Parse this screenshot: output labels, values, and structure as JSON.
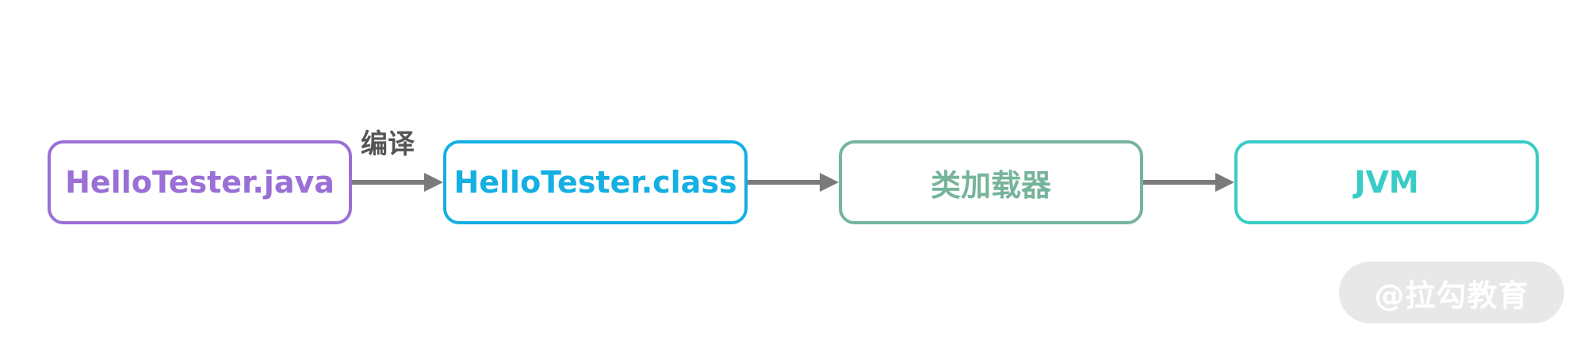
{
  "diagram": {
    "nodes": [
      {
        "id": "java",
        "label": "HelloTester.java",
        "color": "#9a6fd6"
      },
      {
        "id": "class",
        "label": "HelloTester.class",
        "color": "#14afe3"
      },
      {
        "id": "loader",
        "label": "类加载器",
        "color": "#76b49b"
      },
      {
        "id": "jvm",
        "label": "JVM",
        "color": "#39ccc7"
      }
    ],
    "edges": [
      {
        "from": "java",
        "to": "class",
        "label": "编译"
      },
      {
        "from": "class",
        "to": "loader",
        "label": ""
      },
      {
        "from": "loader",
        "to": "jvm",
        "label": ""
      }
    ],
    "arrow_color": "#7a7a7a"
  },
  "watermark": {
    "text": "@拉勾教育"
  }
}
